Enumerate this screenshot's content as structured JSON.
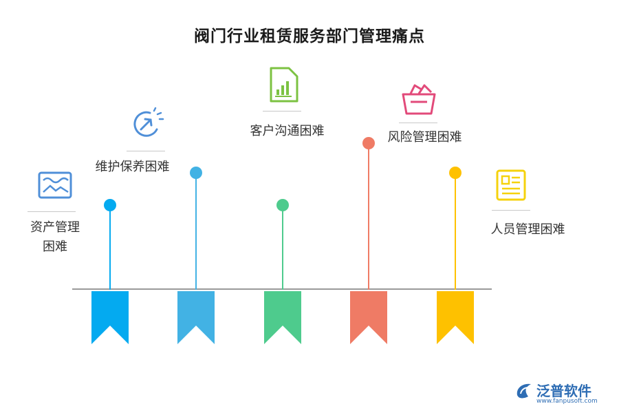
{
  "title": "阀门行业租赁服务部门管理痛点",
  "items": [
    {
      "label": "资产管理\n困难",
      "color": "#04aaf0",
      "icon": "picture-icon"
    },
    {
      "label": "维护保养困难",
      "color": "#42b2e4",
      "icon": "refresh-gauge-icon"
    },
    {
      "label": "客户沟通困难",
      "color": "#4ecb8d",
      "icon": "document-chart-icon"
    },
    {
      "label": "风险管理困难",
      "color": "#ef7b65",
      "icon": "basket-icon"
    },
    {
      "label": "人员管理困难",
      "color": "#fec100",
      "icon": "list-document-icon"
    }
  ],
  "logo": {
    "name": "泛普软件",
    "url": "www.fanpusoft.com"
  }
}
